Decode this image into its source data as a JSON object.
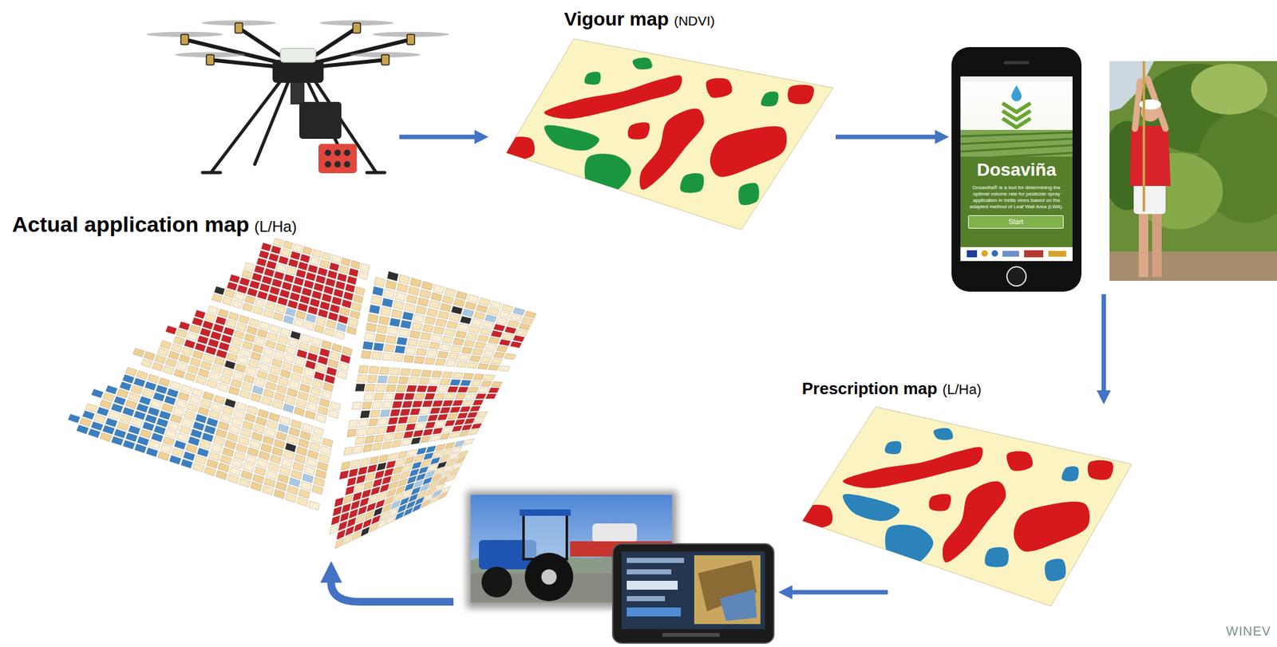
{
  "diagram": {
    "nodes": [
      {
        "text": [
          "Vigour map",
          "(NDVI)"
        ]
      },
      {
        "text": [
          "Dosaviña",
          "Dosaviña® is a tool for determining the optimal volume rate for pesticide spray application in trellis vines based on the adapted method of Leaf Wall Area (LWA).",
          "Start"
        ]
      },
      {
        "text": [
          "Prescription map",
          "(L/Ha)"
        ]
      },
      {
        "text": [
          "Actual application map",
          "(L/Ha)"
        ]
      }
    ],
    "edges": [
      {
        "from": 0,
        "to": 1,
        "arrow": "to"
      },
      {
        "from": 1,
        "to": 2,
        "arrow": "to"
      }
    ],
    "labels": [
      "WINEV"
    ]
  }
}
